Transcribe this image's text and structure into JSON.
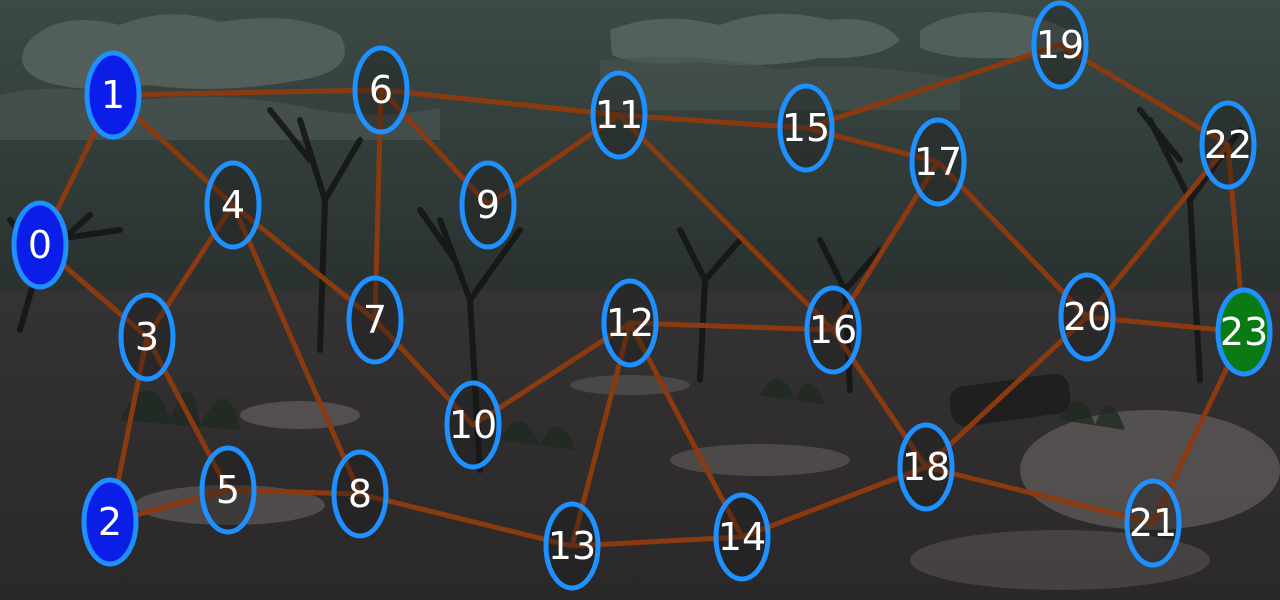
{
  "game": {
    "type": "graph-path-puzzle",
    "colors": {
      "edge": "#8b3a0f",
      "node_ring": "#1e90ff",
      "node_fill_default": "#1a1a1a",
      "node_fill_visited": "#0a1ee8",
      "node_fill_target": "#0a7a12"
    },
    "nodes": [
      {
        "id": "0",
        "state": "visited"
      },
      {
        "id": "1",
        "state": "visited"
      },
      {
        "id": "2",
        "state": "visited"
      },
      {
        "id": "3",
        "state": "default"
      },
      {
        "id": "4",
        "state": "default"
      },
      {
        "id": "5",
        "state": "default"
      },
      {
        "id": "6",
        "state": "default"
      },
      {
        "id": "7",
        "state": "default"
      },
      {
        "id": "8",
        "state": "default"
      },
      {
        "id": "9",
        "state": "default"
      },
      {
        "id": "10",
        "state": "default"
      },
      {
        "id": "11",
        "state": "default"
      },
      {
        "id": "12",
        "state": "default"
      },
      {
        "id": "13",
        "state": "default"
      },
      {
        "id": "14",
        "state": "default"
      },
      {
        "id": "15",
        "state": "default"
      },
      {
        "id": "16",
        "state": "default"
      },
      {
        "id": "17",
        "state": "default"
      },
      {
        "id": "18",
        "state": "default"
      },
      {
        "id": "19",
        "state": "default"
      },
      {
        "id": "20",
        "state": "default"
      },
      {
        "id": "21",
        "state": "default"
      },
      {
        "id": "22",
        "state": "default"
      },
      {
        "id": "23",
        "state": "target"
      }
    ],
    "edges": [
      [
        "0",
        "1"
      ],
      [
        "0",
        "3"
      ],
      [
        "1",
        "6"
      ],
      [
        "1",
        "4"
      ],
      [
        "4",
        "3"
      ],
      [
        "4",
        "7"
      ],
      [
        "4",
        "8"
      ],
      [
        "3",
        "2"
      ],
      [
        "3",
        "5"
      ],
      [
        "2",
        "5"
      ],
      [
        "5",
        "8"
      ],
      [
        "6",
        "7"
      ],
      [
        "6",
        "9"
      ],
      [
        "6",
        "11"
      ],
      [
        "9",
        "11"
      ],
      [
        "7",
        "10"
      ],
      [
        "10",
        "12"
      ],
      [
        "8",
        "13"
      ],
      [
        "12",
        "13"
      ],
      [
        "12",
        "14"
      ],
      [
        "12",
        "16"
      ],
      [
        "11",
        "16"
      ],
      [
        "11",
        "15"
      ],
      [
        "15",
        "17"
      ],
      [
        "15",
        "19"
      ],
      [
        "19",
        "22"
      ],
      [
        "17",
        "16"
      ],
      [
        "17",
        "20"
      ],
      [
        "16",
        "18"
      ],
      [
        "13",
        "14"
      ],
      [
        "14",
        "18"
      ],
      [
        "18",
        "20"
      ],
      [
        "18",
        "21"
      ],
      [
        "20",
        "22"
      ],
      [
        "20",
        "23"
      ],
      [
        "22",
        "23"
      ],
      [
        "21",
        "23"
      ]
    ]
  }
}
